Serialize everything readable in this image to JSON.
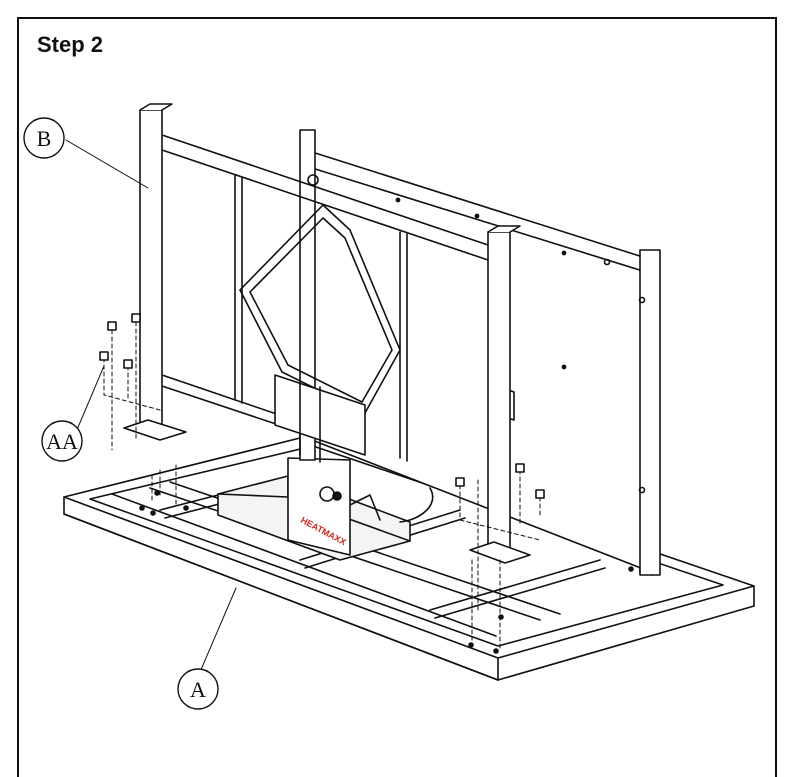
{
  "header": {
    "title": "Step 2"
  },
  "callouts": [
    {
      "id": "B",
      "label": "B"
    },
    {
      "id": "AA",
      "label": "AA"
    },
    {
      "id": "A",
      "label": "A"
    }
  ],
  "heater": {
    "brand": "HEATMAXX"
  },
  "colors": {
    "ink": "#111111",
    "panel_fill": "#f4f4f4",
    "brand": "#c8281e"
  }
}
